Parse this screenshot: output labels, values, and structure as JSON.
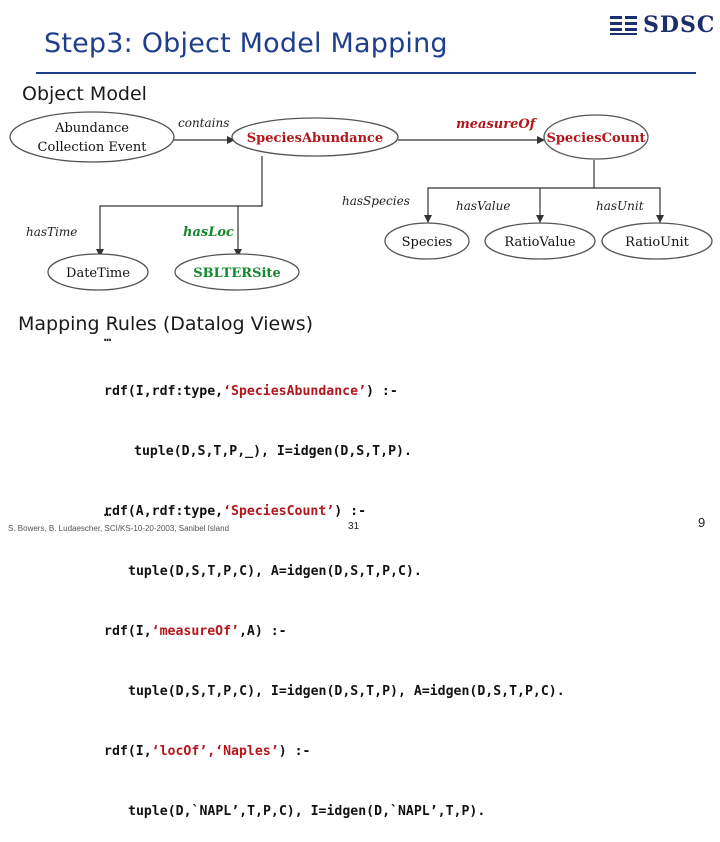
{
  "slide_title": "Step3: Object Model Mapping",
  "logo_text": "SDSC",
  "object_model": {
    "heading": "Object Model",
    "nodes": {
      "abundance_event_line1": "Abundance",
      "abundance_event_line2": "Collection Event",
      "species_abundance": "SpeciesAbundance",
      "species_count": "SpeciesCount",
      "datetime": "DateTime",
      "sblter_site": "SBLTERSite",
      "species": "Species",
      "ratio_value": "RatioValue",
      "ratio_unit": "RatioUnit"
    },
    "edges": {
      "contains": "contains",
      "measure_of": "measureOf",
      "has_species": "hasSpecies",
      "has_value": "hasValue",
      "has_unit": "hasUnit",
      "has_time": "hasTime",
      "has_loc": "hasLoc"
    }
  },
  "mapping_rules": {
    "heading": "Mapping Rules (Datalog Views)",
    "ellipsis_top": "…",
    "ellipsis_bottom": "…",
    "lines": [
      {
        "a": "rdf(I,rdf:type,",
        "r": "‘SpeciesAbundance’",
        "b": ") :-"
      },
      {
        "a": "tuple(D,S,T,P,_), I=idgen(D,S,T,P).",
        "r": "",
        "b": ""
      },
      {
        "a": "rdf(A,rdf:type,",
        "r": "‘SpeciesCount’",
        "b": ") :-"
      },
      {
        "a": "tuple(D,S,T,P,C), A=idgen(D,S,T,P,C).",
        "r": "",
        "b": ""
      },
      {
        "a": "rdf(I,",
        "r": "‘measureOf’",
        "b": ",A) :-"
      },
      {
        "a": "tuple(D,S,T,P,C), I=idgen(D,S,T,P), A=idgen(D,S,T,P,C).",
        "r": "",
        "b": ""
      },
      {
        "a": "rdf(I,",
        "r": "‘locOf’,‘Naples’",
        "b": ") :-"
      },
      {
        "a": "tuple(D,`NAPL’,T,P,C), I=idgen(D,`NAPL’,T,P).",
        "r": "",
        "b": ""
      }
    ]
  },
  "footer": {
    "left": "S. Bowers, B. Ludaescher, SCI/KS-10-20-2003, Sanibel Island",
    "mid": "31",
    "page": "9"
  }
}
